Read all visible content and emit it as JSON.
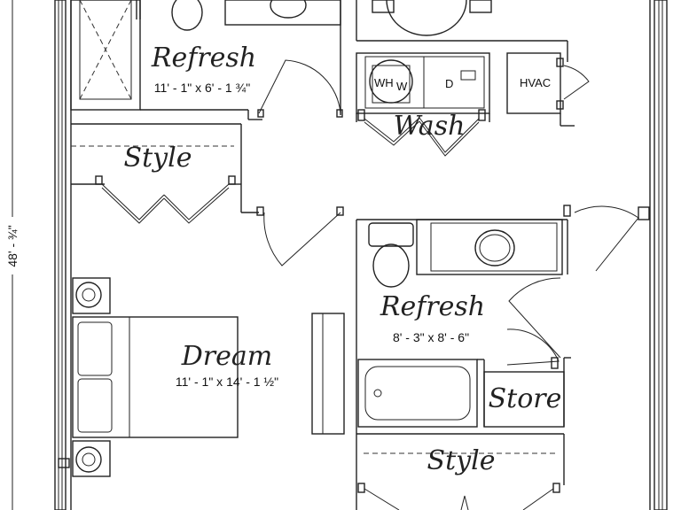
{
  "overall_dimension": "48' - ¾\"",
  "rooms": {
    "refresh_top": {
      "name": "Refresh",
      "size": "11' - 1\" x 6' - 1 ¾\""
    },
    "style_top": {
      "name": "Style"
    },
    "wash": {
      "name": "Wash"
    },
    "refresh_bottom": {
      "name": "Refresh",
      "size": "8' - 3\" x 8' - 6\""
    },
    "dream": {
      "name": "Dream",
      "size": "11' - 1\" x 14' - 1 ½\""
    },
    "store": {
      "name": "Store"
    },
    "style_bottom": {
      "name": "Style"
    }
  },
  "appliances": {
    "water_heater": "WH",
    "washer": "W",
    "dryer": "D",
    "hvac": "HVAC"
  }
}
